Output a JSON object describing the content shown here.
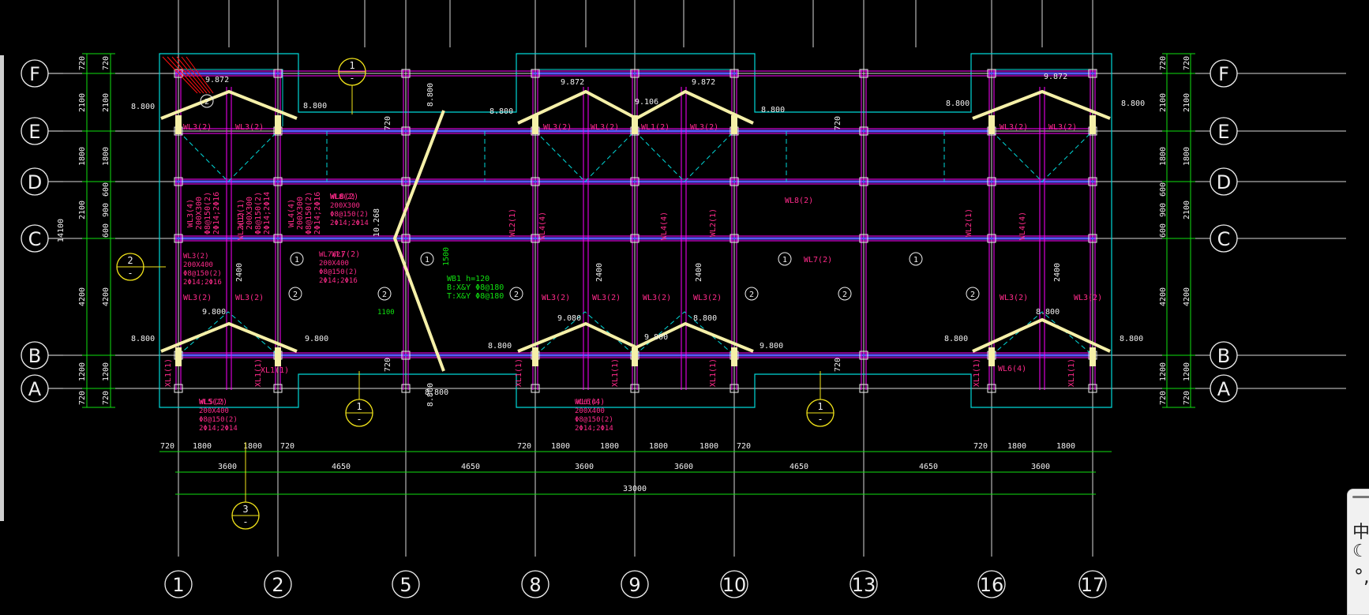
{
  "colors": {
    "background": "#000000",
    "grid": "#d8d8d8",
    "outline": "#00d8d8",
    "beam": "#ff00ff",
    "wall": "#5858ff",
    "dim": "#10e010",
    "text_red": "#ff2a8a",
    "text_white": "#f0f0f0",
    "roof_ridge": "#f5f0a8",
    "callout": "#f2e41a",
    "hatch": "#ff1010"
  },
  "axes": {
    "rows": [
      "F",
      "E",
      "D",
      "C",
      "B",
      "A"
    ],
    "columns": [
      "1",
      "2",
      "5",
      "8",
      "9",
      "10",
      "13",
      "16",
      "17"
    ]
  },
  "dimensions": {
    "bottom_row1": [
      "720",
      "1800",
      "1800",
      "720",
      "720",
      "1800",
      "1800",
      "1800",
      "1800",
      "720",
      "720",
      "1800",
      "1800"
    ],
    "bottom_row2": [
      "3600",
      "4650",
      "4650",
      "3600",
      "3600",
      "4650",
      "4650",
      "3600"
    ],
    "total": "33000",
    "left_outer": [
      "720",
      "2100",
      "1800",
      "2100",
      "4200",
      "1200",
      "720"
    ],
    "left_inner": [
      "720",
      "2100",
      "1800",
      "600",
      "900",
      "600",
      "4200",
      "1200",
      "720"
    ],
    "left_total": "14100",
    "right_outer": [
      "720",
      "2100",
      "1800",
      "2100",
      "4200",
      "1200",
      "720"
    ],
    "right_inner": [
      "720",
      "2100",
      "1800",
      "600",
      "900",
      "600",
      "4200",
      "1200",
      "720"
    ],
    "spans": [
      "720",
      "720",
      "720",
      "720",
      "2400",
      "2400",
      "2400",
      "2400"
    ]
  },
  "elevations": [
    "8.800",
    "9.872",
    "8.800",
    "8.800",
    "9.872",
    "9.106",
    "9.872",
    "8.800",
    "8.800",
    "9.872",
    "8.800",
    "9.800",
    "8.800",
    "9.800",
    "9.080",
    "9.800",
    "8.800",
    "8.800",
    "9.800",
    "8.800",
    "8.800",
    "8.800",
    "8.800"
  ],
  "beam_labels": [
    "WL3(2)",
    "WL3(2)",
    "WL3(2)",
    "WL3(2)",
    "WL1(2)",
    "WL3(2)",
    "WL3(2)",
    "WL3(2)",
    "WL3(2)",
    "WL3(2)",
    "WL3(2)",
    "WL3(2)",
    "WL3(2)",
    "WL3(2)",
    "WL3(2)",
    "WL3(2)",
    "WL7(2)",
    "WL8(2)",
    "WL8(2)",
    "WL7(2)",
    "WL2(1)",
    "WL2(1)",
    "WL4(4)",
    "WL4(4)",
    "WL2(1)",
    "WL4(4)",
    "WL2(1)",
    "WL6(4)",
    "XL1(1)",
    "XL1(1)",
    "XL1(1)",
    "XL1(1)",
    "XL1(1)",
    "XL1(1)",
    "XL1(1)",
    "XL1(1)",
    "WL5(2)",
    "WL6(4)"
  ],
  "beam_notes": {
    "left_a": [
      "WL3(2)",
      "200X400",
      "Φ8@150(2)",
      "2Φ14;2Φ16"
    ],
    "left_b": [
      "WL8(2)",
      "200X300",
      "Φ8@150(2)",
      "2Φ14;2Φ14"
    ],
    "left_c": [
      "WL7(2)",
      "200X400",
      "Φ8@150(2)",
      "2Φ14;2Φ16"
    ],
    "left_d": [
      "WL5(2)",
      "200X400",
      "Φ8@150(2)",
      "2Φ14;2Φ14"
    ],
    "left_e": [
      "WL6(4)",
      "200X400",
      "Φ8@150(2)",
      "2Φ14;2Φ14"
    ],
    "col_a": [
      "WL3(4)",
      "200X300",
      "Φ8@150(2)",
      "2Φ14;2Φ16"
    ],
    "col_b": [
      "WL2(1)",
      "200X300",
      "Φ8@150(2)",
      "2Φ14;2Φ14"
    ],
    "col_c": [
      "WL4(4)",
      "200X300",
      "Φ8@150(2)",
      "2Φ14;2Φ16"
    ]
  },
  "slab": {
    "lines": [
      "WB1 h=120",
      "B:X&Y Φ8@180",
      "T:X&Y Φ8@180"
    ],
    "other": [
      "1100",
      "1500",
      "10.268",
      "8.800",
      "8.800"
    ]
  },
  "callouts": [
    {
      "top": "1",
      "bottom": "-"
    },
    {
      "top": "2",
      "bottom": "-"
    },
    {
      "top": "1",
      "bottom": "-"
    },
    {
      "top": "1",
      "bottom": "-"
    },
    {
      "top": "3",
      "bottom": "-"
    }
  ],
  "slab_markers": [
    "1",
    "1",
    "1",
    "1",
    "2",
    "2",
    "2",
    "2",
    "2",
    "2",
    "2"
  ],
  "ime": {
    "mode": "中",
    "moon": "☾",
    "punct": "°,"
  }
}
